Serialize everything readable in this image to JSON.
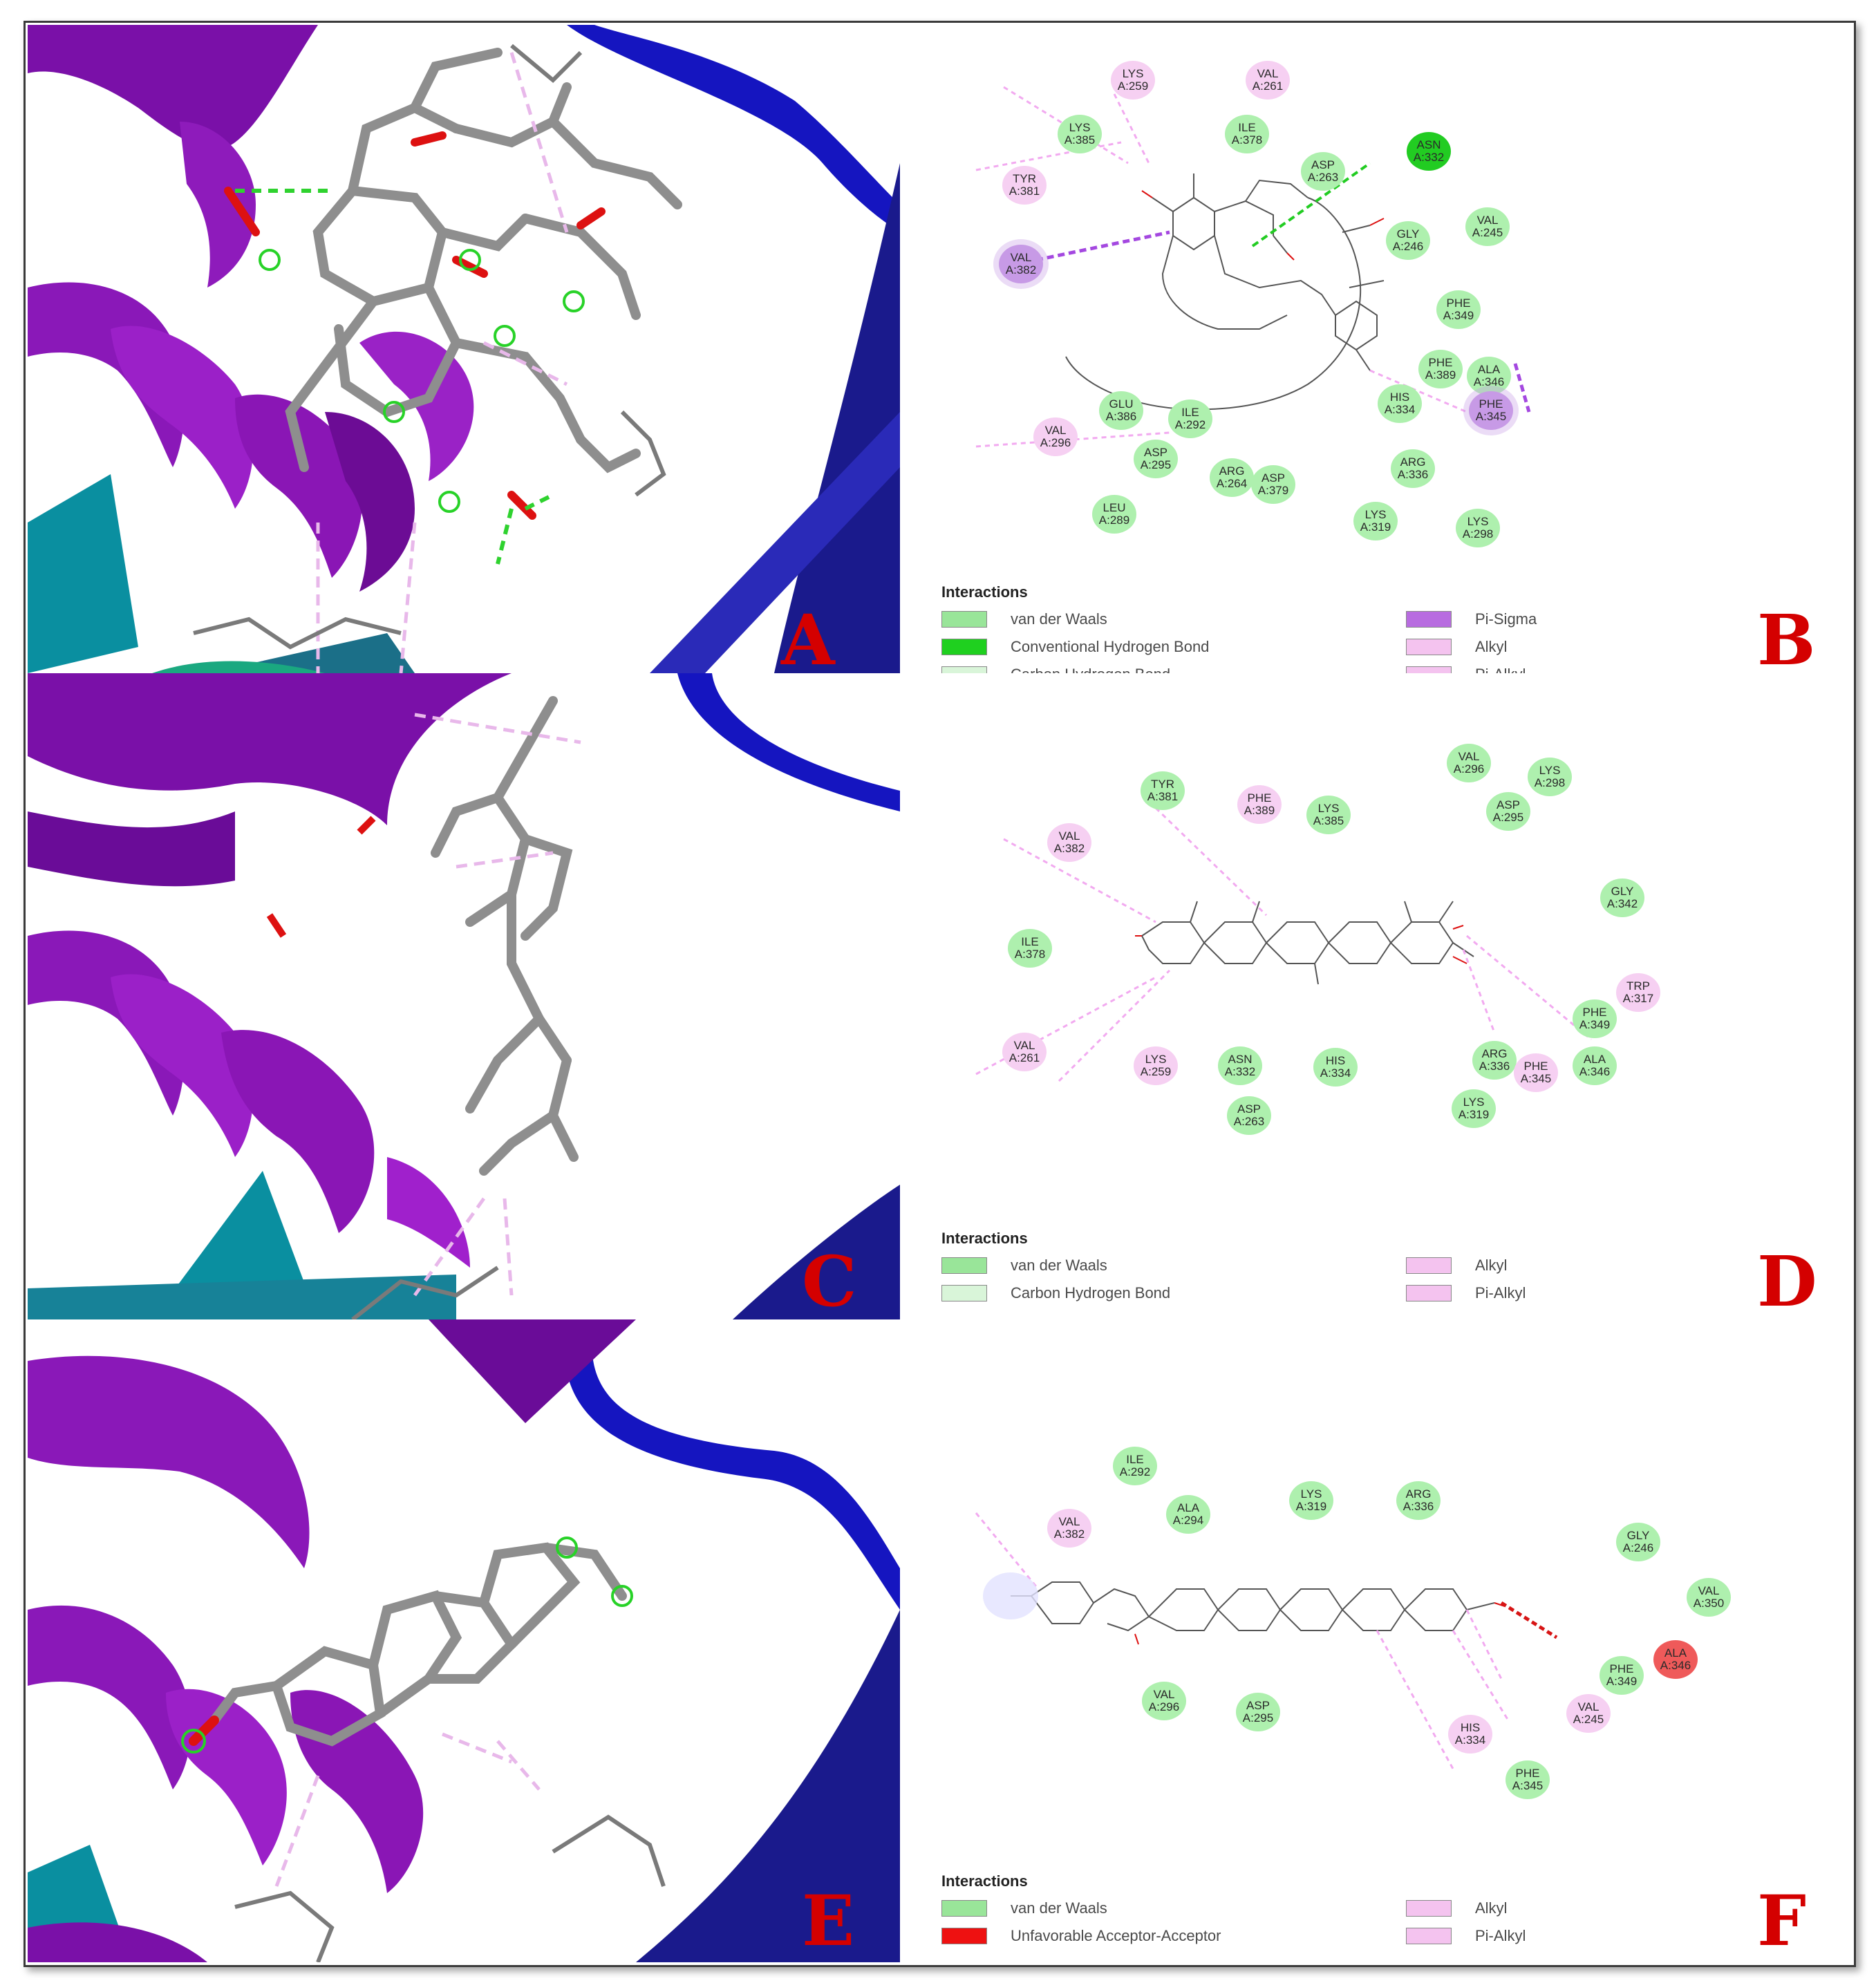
{
  "panels": {
    "A": {
      "label": "A"
    },
    "B": {
      "label": "B",
      "legend_title": "Interactions",
      "legend": [
        {
          "text": "van der Waals",
          "color": "#99e599"
        },
        {
          "text": "Conventional Hydrogen Bond",
          "color": "#1fd01f"
        },
        {
          "text": "Carbon Hydrogen Bond",
          "color": "#d9f5d9"
        },
        {
          "text": "Pi-Sigma",
          "color": "#b86ce0"
        },
        {
          "text": "Alkyl",
          "color": "#f4c3ef"
        },
        {
          "text": "Pi-Alkyl",
          "color": "#f4c3ef"
        }
      ],
      "residues": [
        {
          "l1": "LYS",
          "l2": "A:259",
          "type": "alkyl"
        },
        {
          "l1": "VAL",
          "l2": "A:261",
          "type": "alkyl"
        },
        {
          "l1": "LYS",
          "l2": "A:385",
          "type": "vdw"
        },
        {
          "l1": "ILE",
          "l2": "A:378",
          "type": "vdw"
        },
        {
          "l1": "ASN",
          "l2": "A:332",
          "type": "hbond"
        },
        {
          "l1": "TYR",
          "l2": "A:381",
          "type": "alkyl"
        },
        {
          "l1": "ASP",
          "l2": "A:263",
          "type": "vdw"
        },
        {
          "l1": "GLY",
          "l2": "A:246",
          "type": "vdw"
        },
        {
          "l1": "VAL",
          "l2": "A:245",
          "type": "vdw"
        },
        {
          "l1": "VAL",
          "l2": "A:382",
          "type": "pisigma"
        },
        {
          "l1": "PHE",
          "l2": "A:349",
          "type": "vdw"
        },
        {
          "l1": "ALA",
          "l2": "A:346",
          "type": "vdw"
        },
        {
          "l1": "PHE",
          "l2": "A:389",
          "type": "vdw"
        },
        {
          "l1": "HIS",
          "l2": "A:334",
          "type": "vdw"
        },
        {
          "l1": "PHE",
          "l2": "A:345",
          "type": "pisigma"
        },
        {
          "l1": "GLU",
          "l2": "A:386",
          "type": "vdw"
        },
        {
          "l1": "ILE",
          "l2": "A:292",
          "type": "vdw"
        },
        {
          "l1": "VAL",
          "l2": "A:296",
          "type": "alkyl"
        },
        {
          "l1": "ASP",
          "l2": "A:295",
          "type": "vdw"
        },
        {
          "l1": "ARG",
          "l2": "A:264",
          "type": "vdw"
        },
        {
          "l1": "ASP",
          "l2": "A:379",
          "type": "vdw"
        },
        {
          "l1": "ARG",
          "l2": "A:336",
          "type": "vdw"
        },
        {
          "l1": "LEU",
          "l2": "A:289",
          "type": "vdw"
        },
        {
          "l1": "LYS",
          "l2": "A:319",
          "type": "vdw"
        },
        {
          "l1": "LYS",
          "l2": "A:298",
          "type": "vdw"
        }
      ]
    },
    "C": {
      "label": "C"
    },
    "D": {
      "label": "D",
      "legend_title": "Interactions",
      "legend": [
        {
          "text": "van der Waals",
          "color": "#99e599"
        },
        {
          "text": "Carbon Hydrogen Bond",
          "color": "#d9f5d9"
        },
        {
          "text": "Alkyl",
          "color": "#f4c3ef"
        },
        {
          "text": "Pi-Alkyl",
          "color": "#f4c3ef"
        }
      ],
      "residues": [
        {
          "l1": "VAL",
          "l2": "A:296",
          "type": "vdw"
        },
        {
          "l1": "LYS",
          "l2": "A:298",
          "type": "vdw"
        },
        {
          "l1": "TYR",
          "l2": "A:381",
          "type": "vdw"
        },
        {
          "l1": "PHE",
          "l2": "A:389",
          "type": "alkyl"
        },
        {
          "l1": "LYS",
          "l2": "A:385",
          "type": "vdw"
        },
        {
          "l1": "ASP",
          "l2": "A:295",
          "type": "vdw"
        },
        {
          "l1": "VAL",
          "l2": "A:382",
          "type": "alkyl"
        },
        {
          "l1": "GLY",
          "l2": "A:342",
          "type": "vdw"
        },
        {
          "l1": "ILE",
          "l2": "A:378",
          "type": "vdw"
        },
        {
          "l1": "TRP",
          "l2": "A:317",
          "type": "alkyl"
        },
        {
          "l1": "PHE",
          "l2": "A:349",
          "type": "vdw"
        },
        {
          "l1": "VAL",
          "l2": "A:261",
          "type": "alkyl"
        },
        {
          "l1": "LYS",
          "l2": "A:259",
          "type": "alkyl"
        },
        {
          "l1": "ASN",
          "l2": "A:332",
          "type": "vdw"
        },
        {
          "l1": "HIS",
          "l2": "A:334",
          "type": "vdw"
        },
        {
          "l1": "ARG",
          "l2": "A:336",
          "type": "vdw"
        },
        {
          "l1": "PHE",
          "l2": "A:345",
          "type": "alkyl"
        },
        {
          "l1": "ALA",
          "l2": "A:346",
          "type": "vdw"
        },
        {
          "l1": "ASP",
          "l2": "A:263",
          "type": "vdw"
        },
        {
          "l1": "LYS",
          "l2": "A:319",
          "type": "vdw"
        }
      ]
    },
    "E": {
      "label": "E"
    },
    "F": {
      "label": "F",
      "legend_title": "Interactions",
      "legend": [
        {
          "text": "van der Waals",
          "color": "#99e599"
        },
        {
          "text": "Unfavorable Acceptor-Acceptor",
          "color": "#ee1111"
        },
        {
          "text": "Alkyl",
          "color": "#f4c3ef"
        },
        {
          "text": "Pi-Alkyl",
          "color": "#f4c3ef"
        }
      ],
      "residues": [
        {
          "l1": "ILE",
          "l2": "A:292",
          "type": "vdw"
        },
        {
          "l1": "LYS",
          "l2": "A:319",
          "type": "vdw"
        },
        {
          "l1": "ARG",
          "l2": "A:336",
          "type": "vdw"
        },
        {
          "l1": "ALA",
          "l2": "A:294",
          "type": "vdw"
        },
        {
          "l1": "VAL",
          "l2": "A:382",
          "type": "alkyl"
        },
        {
          "l1": "GLY",
          "l2": "A:246",
          "type": "vdw"
        },
        {
          "l1": "VAL",
          "l2": "A:350",
          "type": "vdw"
        },
        {
          "l1": "ALA",
          "l2": "A:346",
          "type": "unfav"
        },
        {
          "l1": "PHE",
          "l2": "A:349",
          "type": "vdw"
        },
        {
          "l1": "VAL",
          "l2": "A:296",
          "type": "vdw"
        },
        {
          "l1": "ASP",
          "l2": "A:295",
          "type": "vdw"
        },
        {
          "l1": "VAL",
          "l2": "A:245",
          "type": "alkyl"
        },
        {
          "l1": "HIS",
          "l2": "A:334",
          "type": "alkyl"
        },
        {
          "l1": "PHE",
          "l2": "A:345",
          "type": "vdw"
        }
      ]
    }
  },
  "colors": {
    "vdw": "#aef0ae",
    "hbond": "#22cc22",
    "alkyl": "#f6d0f2",
    "pisigma": "#c79ae6",
    "unfav": "#ef5a5a",
    "label_red": "#d40000"
  }
}
